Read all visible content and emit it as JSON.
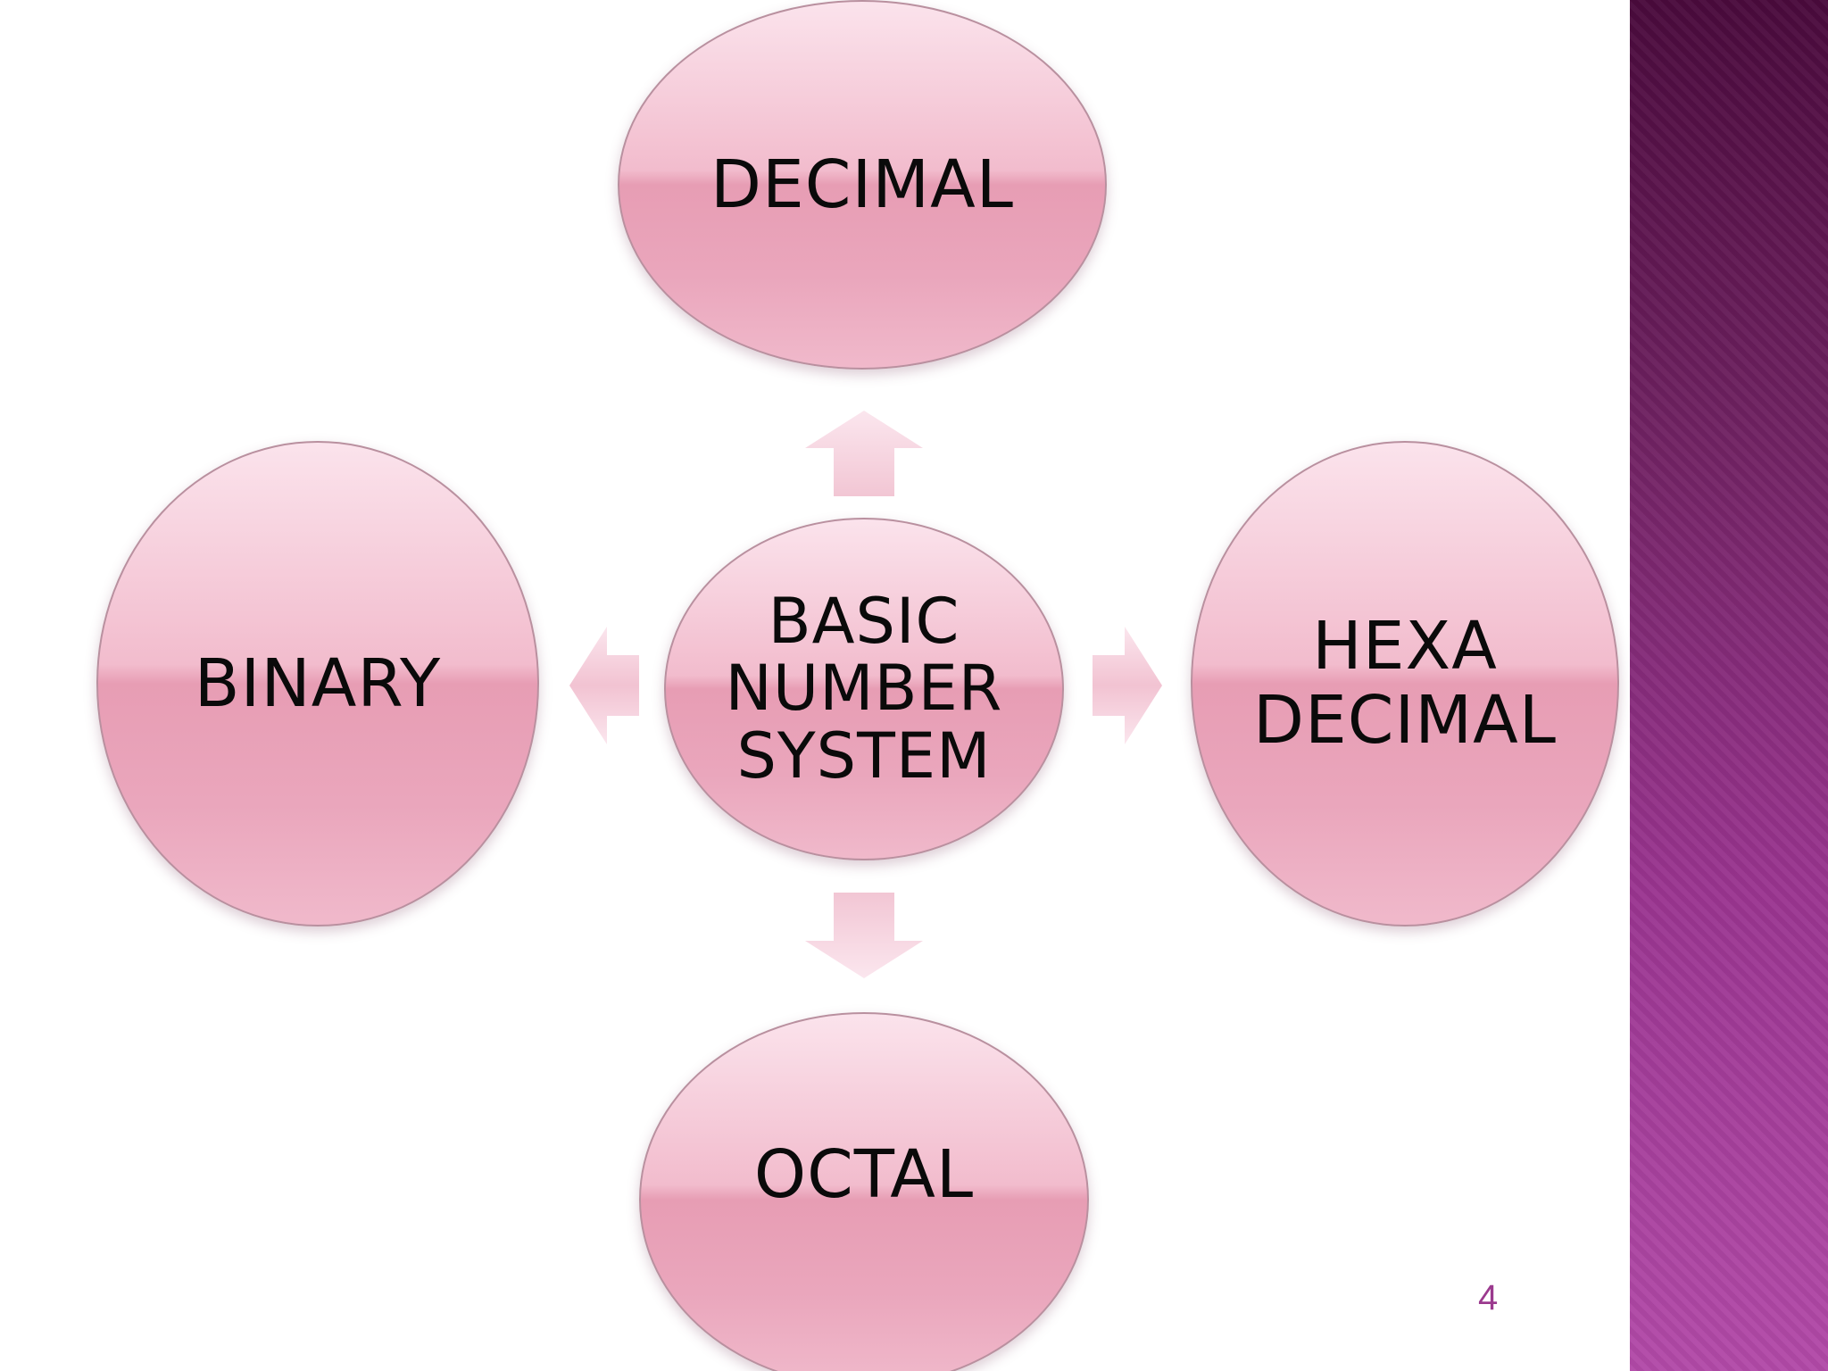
{
  "diagram": {
    "center": {
      "lines": [
        "BASIC",
        "NUMBER",
        "SYSTEM"
      ]
    },
    "top": {
      "lines": [
        "DECIMAL"
      ]
    },
    "left": {
      "lines": [
        "BINARY"
      ]
    },
    "right": {
      "lines": [
        "HEXA",
        "DECIMAL"
      ]
    },
    "bottom": {
      "lines": [
        "OCTAL"
      ]
    }
  },
  "footer": {
    "page_number": "4"
  },
  "colors": {
    "bubble_fill": "#eaa6bc",
    "bubble_border": "#b9909f",
    "arrow_fill": "#f6d3de",
    "sidebar": "#7a2a6c",
    "page_number": "#9b3a8e"
  }
}
